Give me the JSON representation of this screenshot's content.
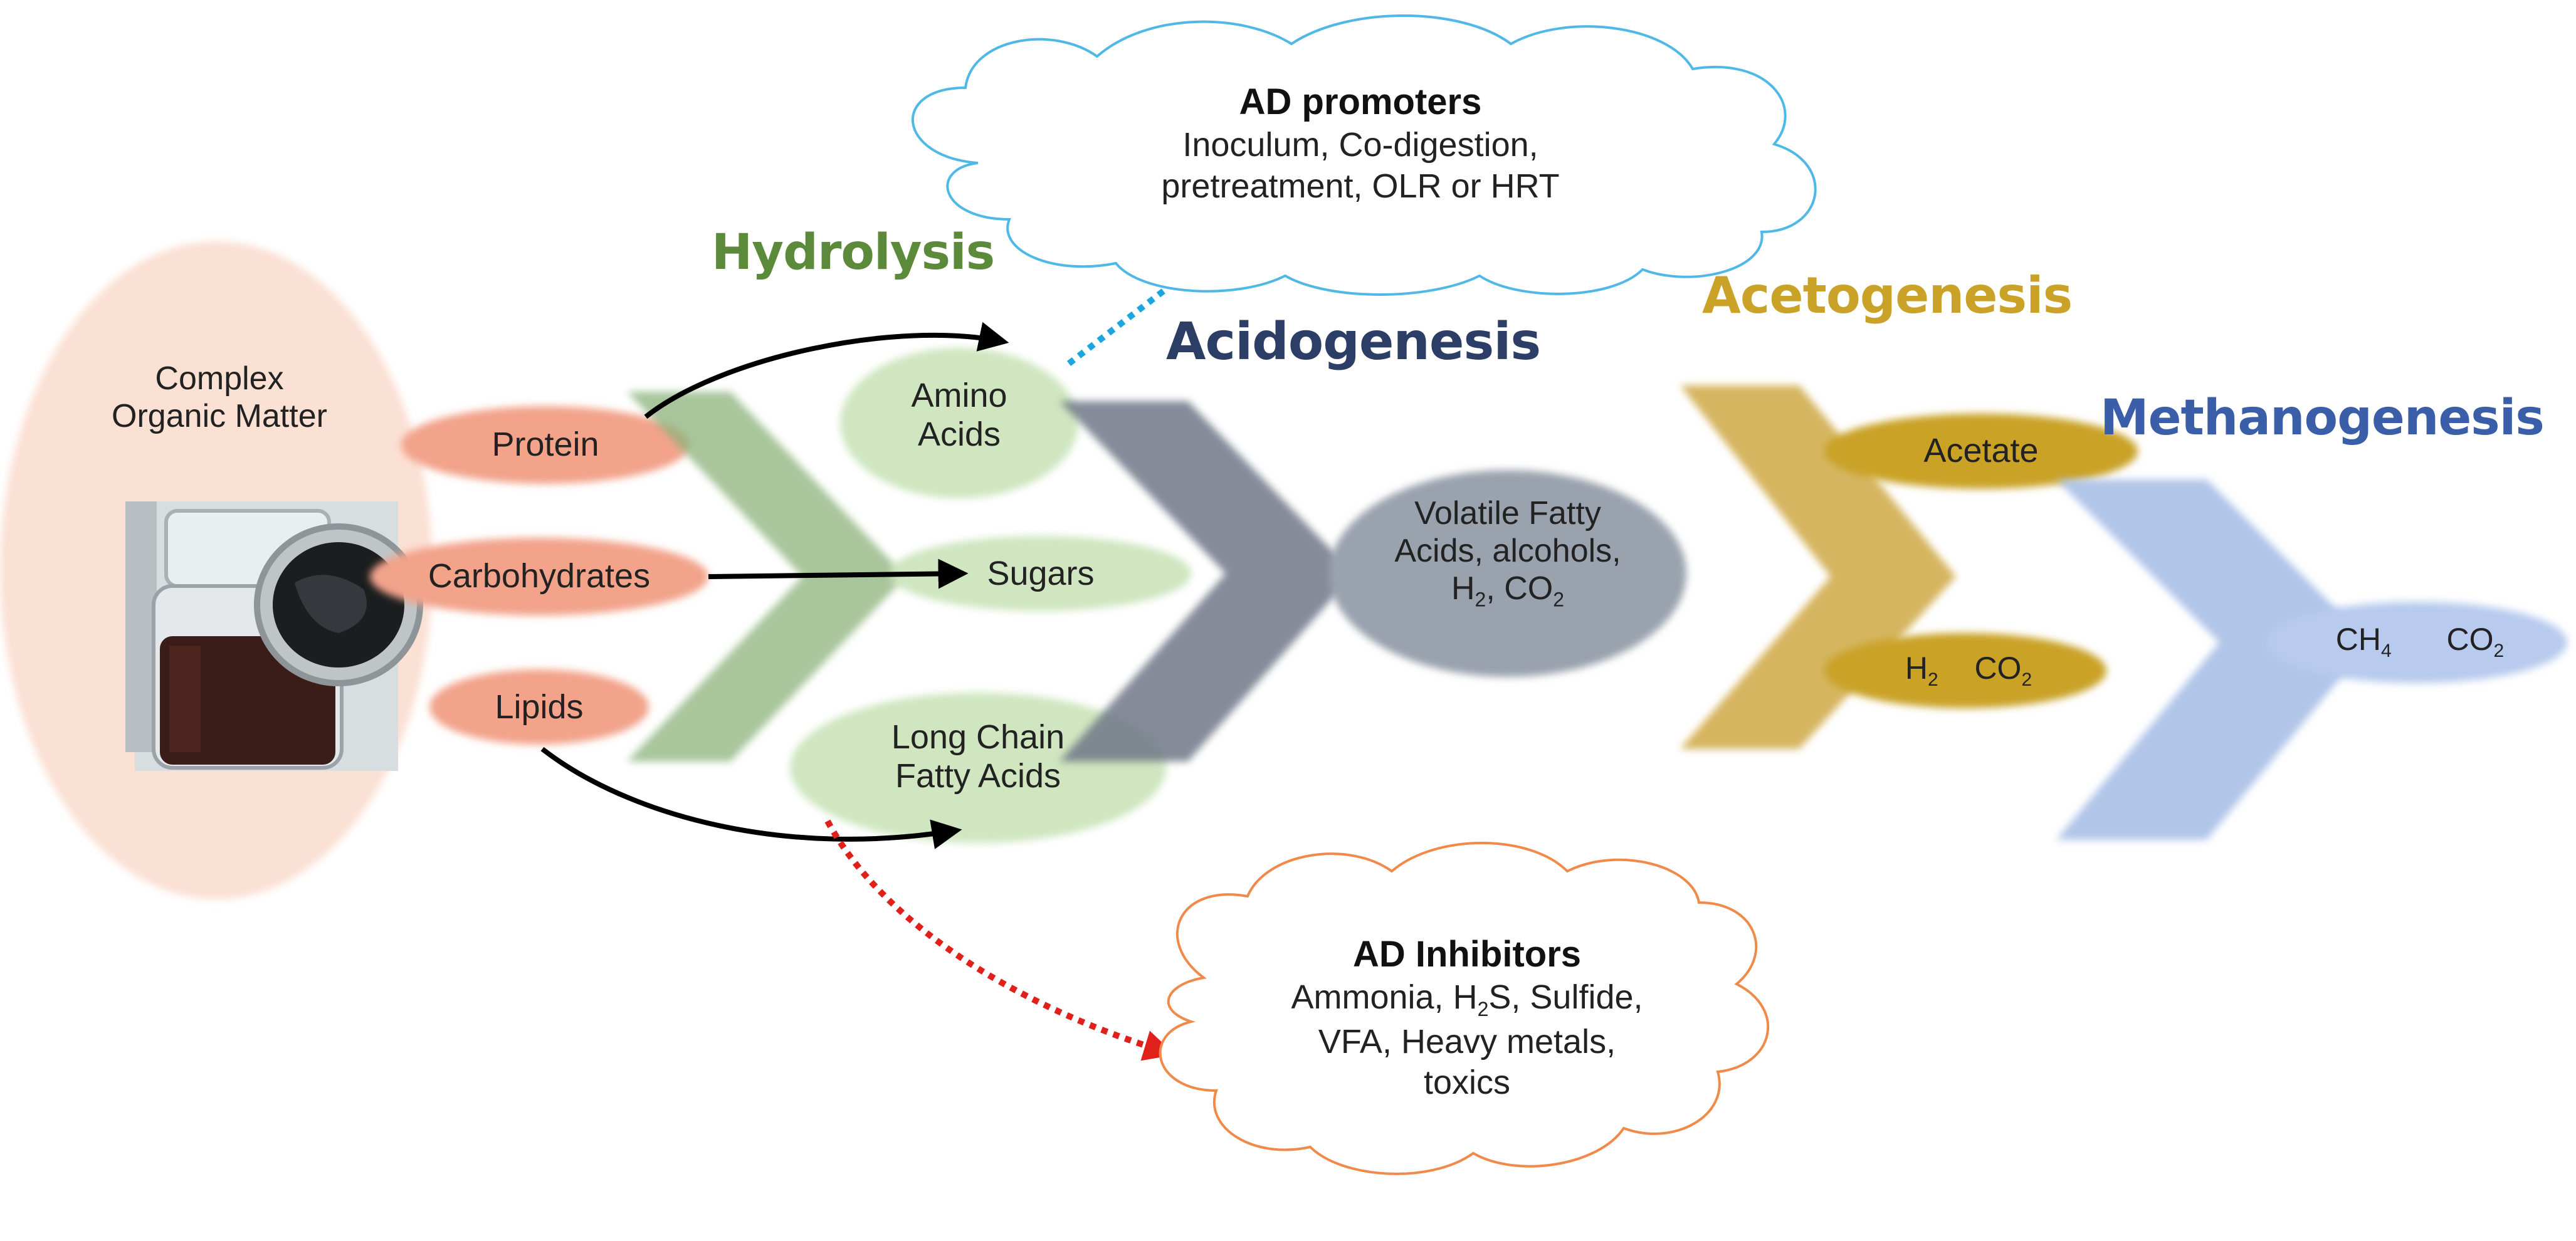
{
  "colors": {
    "hydrolysis": "#5b8a3a",
    "acidogenesis": "#2c3e66",
    "acetogenesis": "#c9a227",
    "methanogenesis": "#3a5ea8",
    "input_ellipse": "#f2a38a",
    "complex_bg": "#fbe0d4",
    "green_ellipse": "#cfe6c0",
    "grey_ellipse": "#9aa2ad",
    "gold_ellipse": "#c9a227",
    "blue_ellipse": "#b8cbee",
    "promoter_cloud": "#4fb8e6",
    "inhibitor_cloud": "#f08a4b",
    "promoter_arrow": "#1aa7e0",
    "inhibitor_arrow": "#e0201a"
  },
  "stages": {
    "hydrolysis": "Hydrolysis",
    "acidogenesis": "Acidogenesis",
    "acetogenesis": "Acetogenesis",
    "methanogenesis": "Methanogenesis"
  },
  "source": {
    "line1": "Complex",
    "line2": "Organic Matter",
    "photo_icon": "sample-jar-photo"
  },
  "inputs": {
    "protein": "Protein",
    "carbohydrates": "Carbohydrates",
    "lipids": "Lipids"
  },
  "hydrolysis_products": {
    "amino_1": "Amino",
    "amino_2": "Acids",
    "sugars": "Sugars",
    "lcfa_1": "Long Chain",
    "lcfa_2": "Fatty Acids"
  },
  "acidogenesis_products": {
    "line1": "Volatile Fatty",
    "line2": "Acids, alcohols,",
    "line3_a": "H",
    "line3_sub": "2",
    "line3_b": ", CO",
    "line3_sub2": "2"
  },
  "acetogenesis_products": {
    "acetate": "Acetate",
    "h2": "H",
    "h2_sub": "2",
    "co2": "CO",
    "co2_sub": "2"
  },
  "methanogenesis_products": {
    "ch4": "CH",
    "ch4_sub": "4",
    "co2": "CO",
    "co2_sub": "2"
  },
  "promoters": {
    "title": "AD promoters",
    "line1": "Inoculum, Co-digestion,",
    "line2": "pretreatment, OLR or HRT"
  },
  "inhibitors": {
    "title": "AD Inhibitors",
    "line1_a": "Ammonia, H",
    "line1_sub": "2",
    "line1_b": "S,  Sulfide,",
    "line2": "VFA, Heavy metals,",
    "line3": "toxics"
  }
}
